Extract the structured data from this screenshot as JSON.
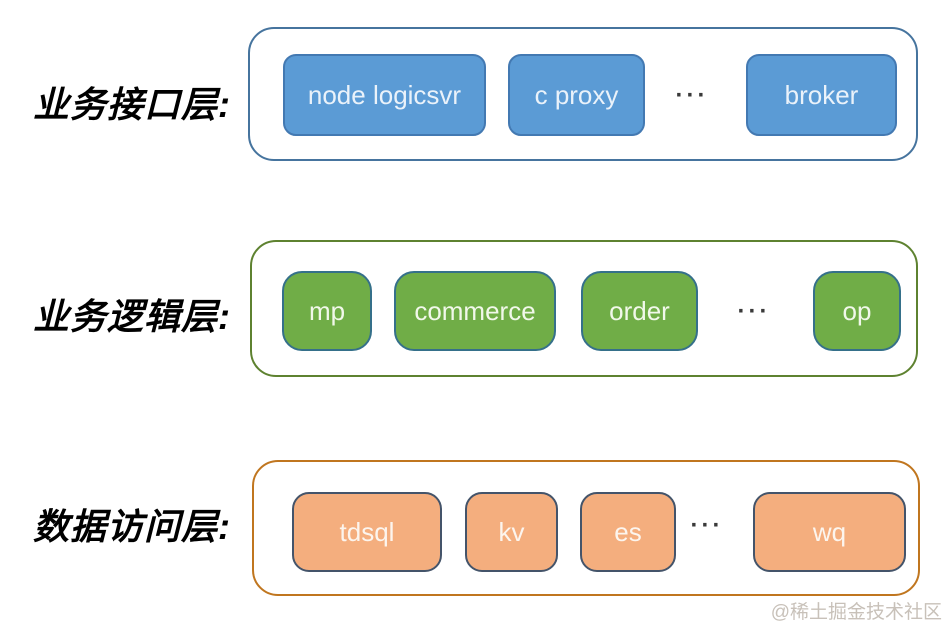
{
  "layers": [
    {
      "label": "业务接口层:",
      "boxes": [
        {
          "label": "node logicsvr"
        },
        {
          "label": "c proxy"
        },
        {
          "label": "broker"
        }
      ],
      "ellipsis": "···"
    },
    {
      "label": "业务逻辑层:",
      "boxes": [
        {
          "label": "mp"
        },
        {
          "label": "commerce"
        },
        {
          "label": "order"
        },
        {
          "label": "op"
        }
      ],
      "ellipsis": "···"
    },
    {
      "label": "数据访问层:",
      "boxes": [
        {
          "label": "tdsql"
        },
        {
          "label": "kv"
        },
        {
          "label": "es"
        },
        {
          "label": "wq"
        }
      ],
      "ellipsis": "···"
    }
  ],
  "watermark": "@稀土掘金技术社区",
  "colors": {
    "interface_box_fill": "#5B9BD5",
    "interface_box_border": "#4379B2",
    "interface_container_border": "#46749E",
    "logic_box_fill": "#70AD47",
    "logic_box_border": "#35708A",
    "logic_container_border": "#5E8230",
    "data_box_fill": "#F4AE7E",
    "data_box_border": "#44546A",
    "data_container_border": "#C0761F",
    "label_text": "#000000",
    "ellipsis_text": "#3A3A3A",
    "watermark_text": "#C8C1B9"
  }
}
